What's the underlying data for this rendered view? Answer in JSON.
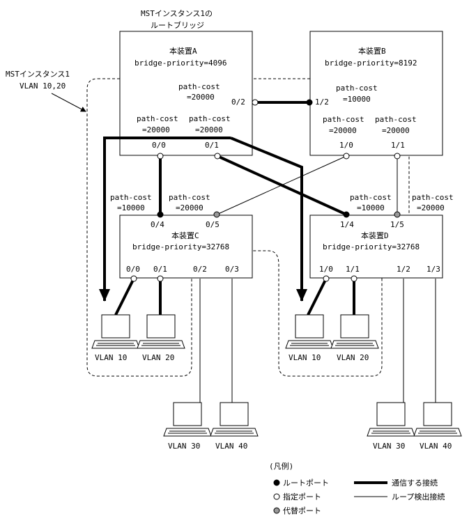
{
  "header": {
    "mst_root_line1": "MSTインスタンス1の",
    "mst_root_line2": "ルートブリッジ",
    "instance_line1": "MSTインスタンス1",
    "instance_line2": "VLAN 10,20"
  },
  "bridges": {
    "A": {
      "name": "本装置A",
      "priority": "bridge-priority=4096"
    },
    "B": {
      "name": "本装置B",
      "priority": "bridge-priority=8192"
    },
    "C": {
      "name": "本装置C",
      "priority": "bridge-priority=32768"
    },
    "D": {
      "name": "本装置D",
      "priority": "bridge-priority=32768"
    }
  },
  "path_cost": {
    "label": "path-cost",
    "a02": "=20000",
    "a00": "=20000",
    "a01": "=20000",
    "b12": "=10000",
    "b10": "=20000",
    "b11": "=20000",
    "c04": "=10000",
    "c05": "=20000",
    "d14": "=10000",
    "d15": "=20000"
  },
  "ports": {
    "a02": "0/2",
    "a00": "0/0",
    "a01": "0/1",
    "b12": "1/2",
    "b10": "1/0",
    "b11": "1/1",
    "c04": "0/4",
    "c05": "0/5",
    "c00": "0/0",
    "c01": "0/1",
    "c02": "0/2",
    "c03": "0/3",
    "d14": "1/4",
    "d15": "1/5",
    "d10": "1/0",
    "d11": "1/1",
    "d12": "1/2",
    "d13": "1/3"
  },
  "vlans": {
    "c10": "VLAN 10",
    "c20": "VLAN 20",
    "c30": "VLAN 30",
    "c40": "VLAN 40",
    "d10": "VLAN 10",
    "d20": "VLAN 20",
    "d30": "VLAN 30",
    "d40": "VLAN 40"
  },
  "legend": {
    "title": "(凡例)",
    "root_port": "ルートポート",
    "designated_port": "指定ポート",
    "alternate_port": "代替ポート",
    "active_link": "通信する接続",
    "loop_link": "ループ検出接続"
  }
}
